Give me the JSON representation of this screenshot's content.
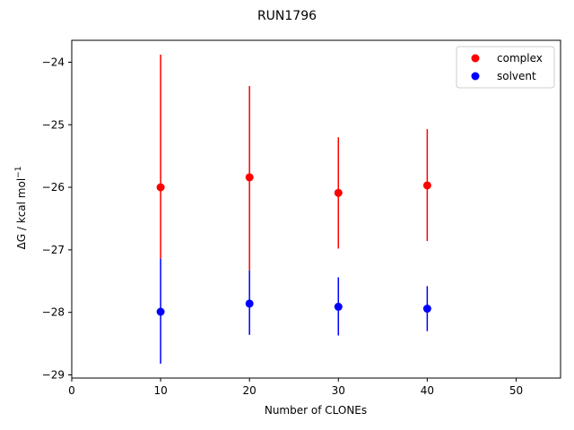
{
  "chart_data": {
    "type": "scatter",
    "title": "RUN1796",
    "xlabel": "Number of CLONEs",
    "ylabel_main": "ΔG / kcal mol",
    "ylabel_sup": "−1",
    "xlim": [
      0,
      55
    ],
    "ylim": [
      -29.05,
      -23.65
    ],
    "xticks": [
      0,
      10,
      20,
      30,
      40,
      50
    ],
    "xtick_labels": [
      "0",
      "10",
      "20",
      "30",
      "40",
      "50"
    ],
    "yticks": [
      -29,
      -28,
      -27,
      -26,
      -25,
      -24
    ],
    "ytick_labels": [
      "−29",
      "−28",
      "−27",
      "−26",
      "−25",
      "−24"
    ],
    "grid": false,
    "legend_position": "top-right",
    "series": [
      {
        "name": "complex",
        "color": "#ff0000",
        "x": [
          10,
          20,
          30,
          40
        ],
        "y": [
          -26.0,
          -25.84,
          -26.09,
          -25.97
        ],
        "yerr_low": [
          -27.14,
          -27.33,
          -26.98,
          -26.86
        ],
        "yerr_high": [
          -23.88,
          -24.38,
          -25.2,
          -25.07
        ]
      },
      {
        "name": "solvent",
        "color": "#0000ff",
        "x": [
          10,
          20,
          30,
          40
        ],
        "y": [
          -27.99,
          -27.86,
          -27.91,
          -27.94
        ],
        "yerr_low": [
          -28.82,
          -28.36,
          -28.37,
          -28.3
        ],
        "yerr_high": [
          -27.14,
          -27.33,
          -27.44,
          -27.58
        ]
      }
    ]
  }
}
